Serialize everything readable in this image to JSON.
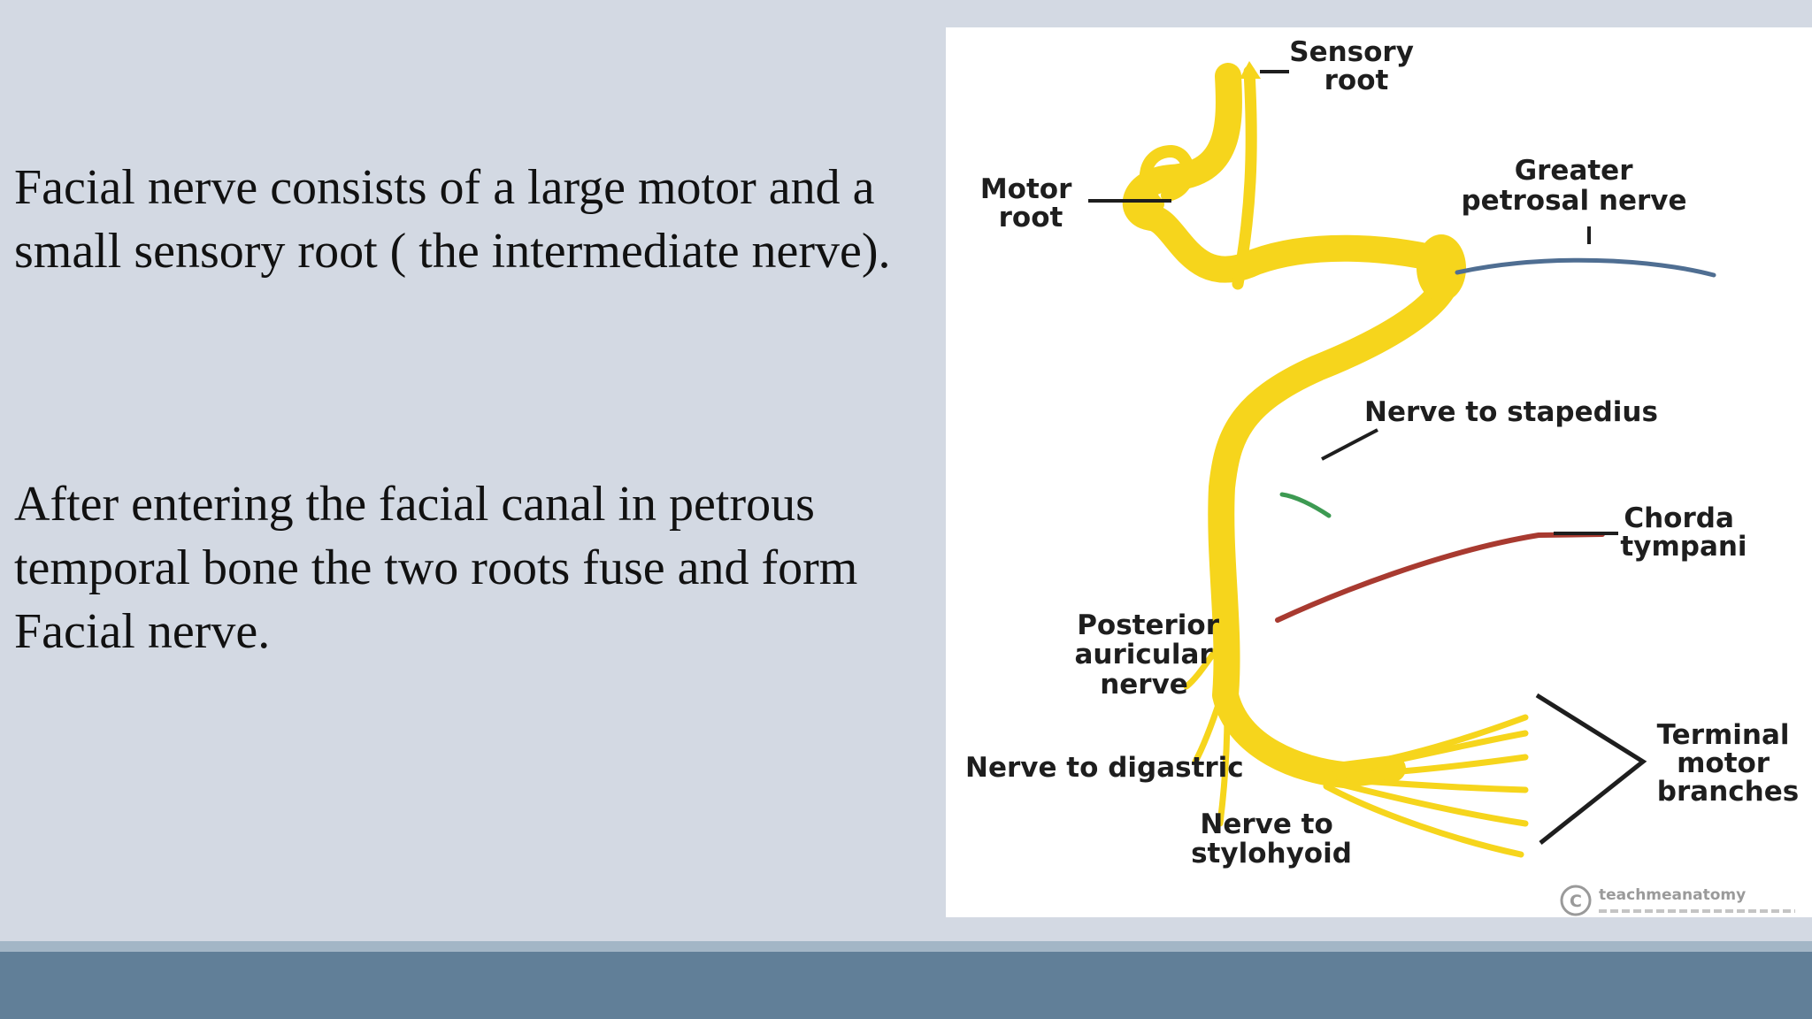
{
  "slide": {
    "paragraphs": [
      "Facial nerve consists of a large motor and a small sensory root ( the intermediate nerve).",
      "After entering the facial canal in petrous temporal bone the two roots fuse and form Facial nerve."
    ]
  },
  "figure": {
    "labels": {
      "sensory_root": [
        "Sensory",
        "root"
      ],
      "motor_root": [
        "Motor",
        "root"
      ],
      "greater_petrosal": [
        "Greater",
        "petrosal nerve"
      ],
      "stapedius": "Nerve to stapedius",
      "chorda_tympani": [
        "Chorda",
        "tympani"
      ],
      "posterior_auricular": [
        "Posterior",
        "auricular",
        "nerve"
      ],
      "digastric": "Nerve to digastric",
      "stylohyoid": [
        "Nerve to",
        "stylohyoid"
      ],
      "terminal_motor": [
        "Terminal",
        "motor",
        "branches"
      ]
    },
    "watermark": "teachmeanatomy",
    "colors": {
      "nerve": "#f6d51c",
      "petrosal": "#4f6e92",
      "stapedius": "#3d9a52",
      "chorda": "#a83a30",
      "background": "#d3d9e3",
      "footer": "#617f98"
    }
  }
}
